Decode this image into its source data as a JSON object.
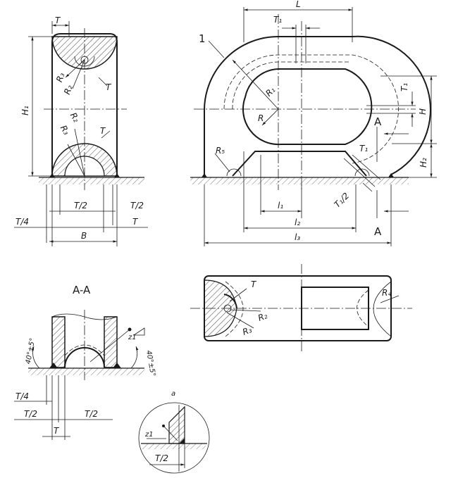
{
  "labels": {
    "top_L": "L",
    "top_T1": "T₁",
    "ref_1": "1",
    "R1": "R₁",
    "R": "R",
    "T1_right": "T₁",
    "H": "H",
    "H2": "H₂",
    "section_A_top": "A",
    "section_A_bottom": "A",
    "R5": "R₅",
    "T1_lower": "T₁",
    "T1_half": "T₁/2",
    "l1": "l₁",
    "l2": "l₂",
    "l3": "l₃",
    "left_T": "T",
    "left_H1": "H₁",
    "left_R3_top": "R₃",
    "left_R2_top": "R₂",
    "left_T_top": "T",
    "left_R2_bot": "R₂",
    "left_R3_bot": "R₃",
    "left_T_bot": "T",
    "left_T_half_a": "T/2",
    "left_T_half_b": "T/2",
    "left_T_quarter": "T/4",
    "left_T_right": "T",
    "left_B": "B",
    "section_title": "A-A",
    "angle_left": "40°±5°",
    "angle_right": "40°±5°",
    "weld_z1": "z1",
    "sec_T_quarter": "T/4",
    "sec_T_half_a": "T/2",
    "sec_T_half_b": "T/2",
    "sec_T": "T",
    "plan_T": "T",
    "plan_R2": "R₂",
    "plan_R3": "R₃",
    "plan_R4": "R₄",
    "detail_a": "a",
    "detail_z1": "z1",
    "detail_T_half": "T/2"
  }
}
